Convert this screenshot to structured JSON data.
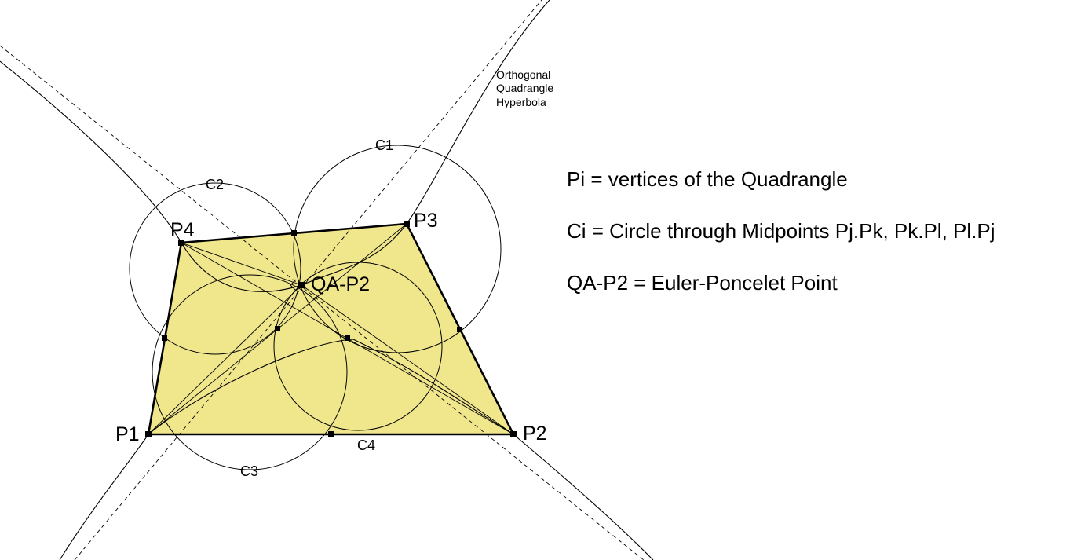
{
  "vertices": [
    {
      "name": "P1",
      "label": "P1"
    },
    {
      "name": "P2",
      "label": "P2"
    },
    {
      "name": "P3",
      "label": "P3"
    },
    {
      "name": "P4",
      "label": "P4"
    }
  ],
  "circles": [
    {
      "name": "C1",
      "label": "C1"
    },
    {
      "name": "C2",
      "label": "C2"
    },
    {
      "name": "C3",
      "label": "C3"
    },
    {
      "name": "C4",
      "label": "C4"
    }
  ],
  "point": {
    "label": "QA-P2"
  },
  "hyperbola_label": [
    "Orthogonal",
    "Quadrangle",
    "Hyperbola"
  ],
  "legend": [
    "Pi = vertices of the Quadrangle",
    "Ci = Circle through Midpoints Pj.Pk, Pk.Pl, Pl.Pj",
    "QA-P2 = Euler-Poncelet Point"
  ],
  "colors": {
    "fill": "#f0e68c",
    "stroke": "#000000",
    "background": "#ffffff"
  }
}
